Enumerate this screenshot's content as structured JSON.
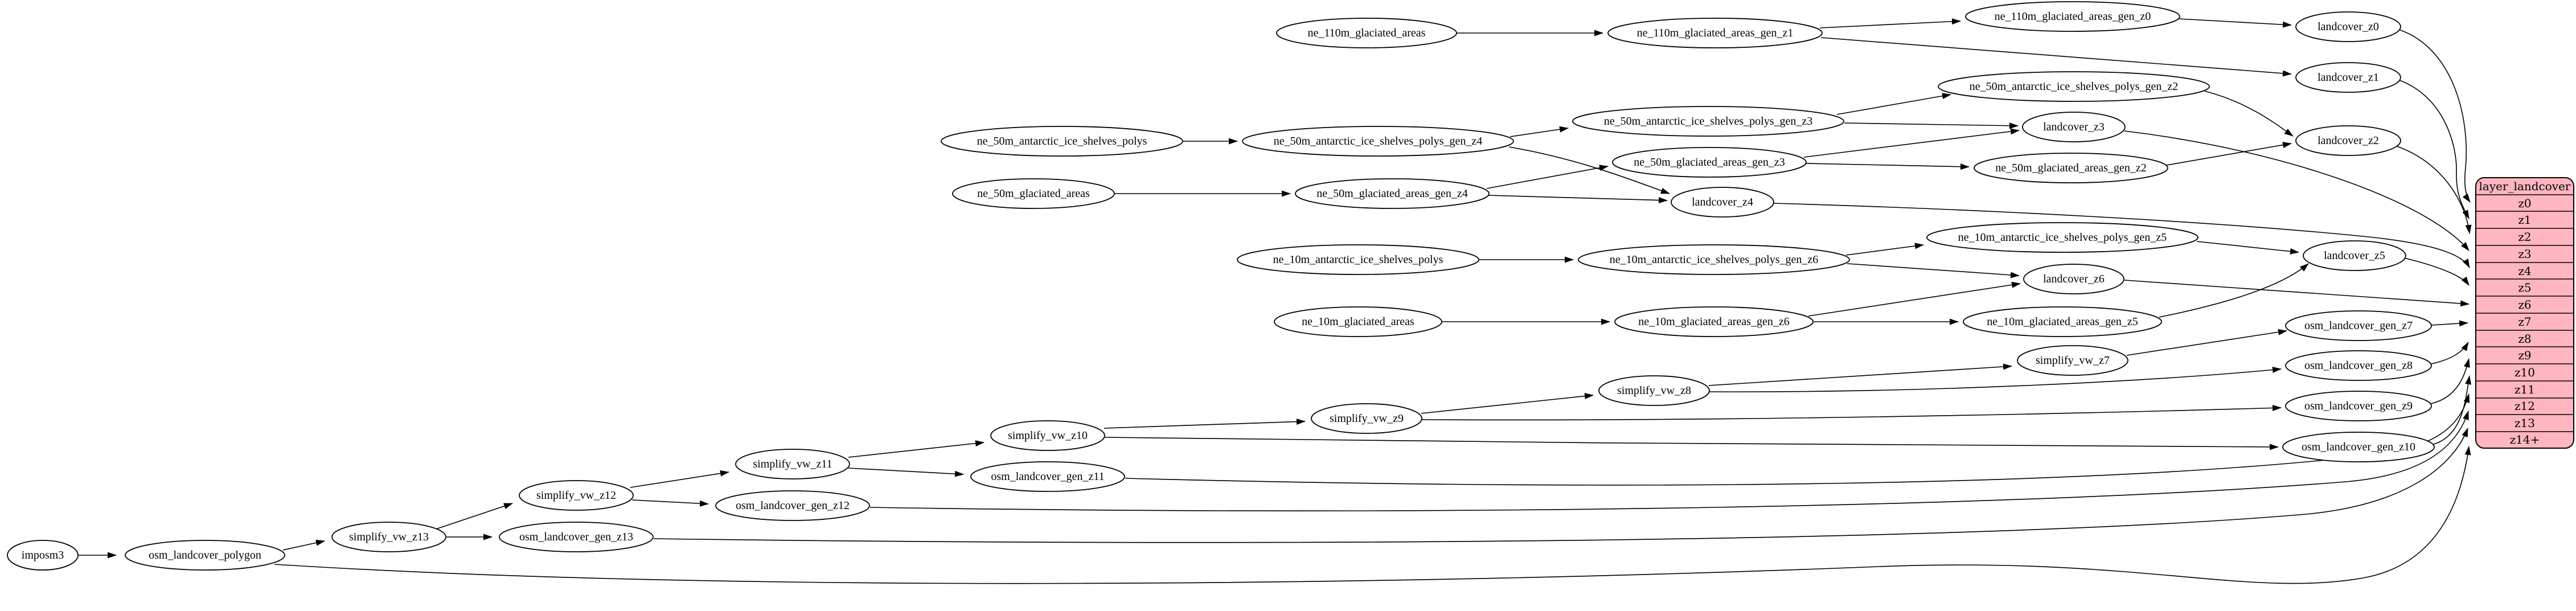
{
  "diagram_type": "etl-mapping-graph",
  "colors": {
    "background": "#ffffff",
    "node_fill": "#ffffff",
    "node_stroke": "#000000",
    "edge": "#000000",
    "table_fill": "#ffb6c1",
    "table_stroke": "#000000"
  },
  "nodes": {
    "imposm3": {
      "label": "imposm3"
    },
    "osm_landcover_polygon": {
      "label": "osm_landcover_polygon"
    },
    "simplify_vw_z13": {
      "label": "simplify_vw_z13"
    },
    "osm_landcover_gen_z13": {
      "label": "osm_landcover_gen_z13"
    },
    "simplify_vw_z12": {
      "label": "simplify_vw_z12"
    },
    "osm_landcover_gen_z12": {
      "label": "osm_landcover_gen_z12"
    },
    "simplify_vw_z11": {
      "label": "simplify_vw_z11"
    },
    "osm_landcover_gen_z11": {
      "label": "osm_landcover_gen_z11"
    },
    "simplify_vw_z10": {
      "label": "simplify_vw_z10"
    },
    "simplify_vw_z9": {
      "label": "simplify_vw_z9"
    },
    "simplify_vw_z8": {
      "label": "simplify_vw_z8"
    },
    "simplify_vw_z7": {
      "label": "simplify_vw_z7"
    },
    "osm_landcover_gen_z7": {
      "label": "osm_landcover_gen_z7"
    },
    "osm_landcover_gen_z8": {
      "label": "osm_landcover_gen_z8"
    },
    "osm_landcover_gen_z9": {
      "label": "osm_landcover_gen_z9"
    },
    "osm_landcover_gen_z10": {
      "label": "osm_landcover_gen_z10"
    },
    "ne_110m_glaciated_areas": {
      "label": "ne_110m_glaciated_areas"
    },
    "ne_110m_glaciated_areas_gen_z1": {
      "label": "ne_110m_glaciated_areas_gen_z1"
    },
    "ne_110m_glaciated_areas_gen_z0": {
      "label": "ne_110m_glaciated_areas_gen_z0"
    },
    "landcover_z0": {
      "label": "landcover_z0"
    },
    "landcover_z1": {
      "label": "landcover_z1"
    },
    "ne_50m_antarctic_ice_shelves_polys": {
      "label": "ne_50m_antarctic_ice_shelves_polys"
    },
    "ne_50m_antarctic_ice_shelves_polys_gen_z4": {
      "label": "ne_50m_antarctic_ice_shelves_polys_gen_z4"
    },
    "ne_50m_antarctic_ice_shelves_polys_gen_z3": {
      "label": "ne_50m_antarctic_ice_shelves_polys_gen_z3"
    },
    "ne_50m_antarctic_ice_shelves_polys_gen_z2": {
      "label": "ne_50m_antarctic_ice_shelves_polys_gen_z2"
    },
    "ne_50m_glaciated_areas": {
      "label": "ne_50m_glaciated_areas"
    },
    "ne_50m_glaciated_areas_gen_z4": {
      "label": "ne_50m_glaciated_areas_gen_z4"
    },
    "ne_50m_glaciated_areas_gen_z3": {
      "label": "ne_50m_glaciated_areas_gen_z3"
    },
    "ne_50m_glaciated_areas_gen_z2": {
      "label": "ne_50m_glaciated_areas_gen_z2"
    },
    "landcover_z2": {
      "label": "landcover_z2"
    },
    "landcover_z3": {
      "label": "landcover_z3"
    },
    "landcover_z4": {
      "label": "landcover_z4"
    },
    "ne_10m_antarctic_ice_shelves_polys": {
      "label": "ne_10m_antarctic_ice_shelves_polys"
    },
    "ne_10m_antarctic_ice_shelves_polys_gen_z6": {
      "label": "ne_10m_antarctic_ice_shelves_polys_gen_z6"
    },
    "ne_10m_antarctic_ice_shelves_polys_gen_z5": {
      "label": "ne_10m_antarctic_ice_shelves_polys_gen_z5"
    },
    "landcover_z5": {
      "label": "landcover_z5"
    },
    "landcover_z6": {
      "label": "landcover_z6"
    },
    "ne_10m_glaciated_areas": {
      "label": "ne_10m_glaciated_areas"
    },
    "ne_10m_glaciated_areas_gen_z6": {
      "label": "ne_10m_glaciated_areas_gen_z6"
    },
    "ne_10m_glaciated_areas_gen_z5": {
      "label": "ne_10m_glaciated_areas_gen_z5"
    }
  },
  "table": {
    "title": "layer_landcover",
    "rows": [
      "z0",
      "z1",
      "z2",
      "z3",
      "z4",
      "z5",
      "z6",
      "z7",
      "z8",
      "z9",
      "z10",
      "z11",
      "z12",
      "z13",
      "z14+"
    ]
  },
  "edges": [
    {
      "from": "imposm3",
      "to": "osm_landcover_polygon"
    },
    {
      "from": "osm_landcover_polygon",
      "to": "simplify_vw_z13"
    },
    {
      "from": "osm_landcover_polygon",
      "to": "layer_landcover:z14+"
    },
    {
      "from": "simplify_vw_z13",
      "to": "simplify_vw_z12"
    },
    {
      "from": "simplify_vw_z13",
      "to": "osm_landcover_gen_z13"
    },
    {
      "from": "osm_landcover_gen_z13",
      "to": "layer_landcover:z13"
    },
    {
      "from": "simplify_vw_z12",
      "to": "simplify_vw_z11"
    },
    {
      "from": "simplify_vw_z12",
      "to": "osm_landcover_gen_z12"
    },
    {
      "from": "osm_landcover_gen_z12",
      "to": "layer_landcover:z12"
    },
    {
      "from": "simplify_vw_z11",
      "to": "simplify_vw_z10"
    },
    {
      "from": "simplify_vw_z11",
      "to": "osm_landcover_gen_z11"
    },
    {
      "from": "osm_landcover_gen_z11",
      "to": "layer_landcover:z11"
    },
    {
      "from": "simplify_vw_z10",
      "to": "simplify_vw_z9"
    },
    {
      "from": "simplify_vw_z10",
      "to": "osm_landcover_gen_z10"
    },
    {
      "from": "osm_landcover_gen_z10",
      "to": "layer_landcover:z10"
    },
    {
      "from": "simplify_vw_z9",
      "to": "simplify_vw_z8"
    },
    {
      "from": "simplify_vw_z9",
      "to": "osm_landcover_gen_z9"
    },
    {
      "from": "osm_landcover_gen_z9",
      "to": "layer_landcover:z9"
    },
    {
      "from": "simplify_vw_z8",
      "to": "simplify_vw_z7"
    },
    {
      "from": "simplify_vw_z8",
      "to": "osm_landcover_gen_z8"
    },
    {
      "from": "osm_landcover_gen_z8",
      "to": "layer_landcover:z8"
    },
    {
      "from": "simplify_vw_z7",
      "to": "osm_landcover_gen_z7"
    },
    {
      "from": "osm_landcover_gen_z7",
      "to": "layer_landcover:z7"
    },
    {
      "from": "ne_110m_glaciated_areas",
      "to": "ne_110m_glaciated_areas_gen_z1"
    },
    {
      "from": "ne_110m_glaciated_areas_gen_z1",
      "to": "ne_110m_glaciated_areas_gen_z0"
    },
    {
      "from": "ne_110m_glaciated_areas_gen_z1",
      "to": "landcover_z1"
    },
    {
      "from": "ne_110m_glaciated_areas_gen_z0",
      "to": "landcover_z0"
    },
    {
      "from": "landcover_z0",
      "to": "layer_landcover:z0"
    },
    {
      "from": "landcover_z1",
      "to": "layer_landcover:z1"
    },
    {
      "from": "ne_50m_antarctic_ice_shelves_polys",
      "to": "ne_50m_antarctic_ice_shelves_polys_gen_z4"
    },
    {
      "from": "ne_50m_antarctic_ice_shelves_polys_gen_z4",
      "to": "ne_50m_antarctic_ice_shelves_polys_gen_z3"
    },
    {
      "from": "ne_50m_antarctic_ice_shelves_polys_gen_z4",
      "to": "landcover_z4"
    },
    {
      "from": "ne_50m_antarctic_ice_shelves_polys_gen_z3",
      "to": "ne_50m_antarctic_ice_shelves_polys_gen_z2"
    },
    {
      "from": "ne_50m_antarctic_ice_shelves_polys_gen_z3",
      "to": "landcover_z3"
    },
    {
      "from": "ne_50m_antarctic_ice_shelves_polys_gen_z2",
      "to": "landcover_z2"
    },
    {
      "from": "ne_50m_glaciated_areas",
      "to": "ne_50m_glaciated_areas_gen_z4"
    },
    {
      "from": "ne_50m_glaciated_areas_gen_z4",
      "to": "ne_50m_glaciated_areas_gen_z3"
    },
    {
      "from": "ne_50m_glaciated_areas_gen_z4",
      "to": "landcover_z4"
    },
    {
      "from": "ne_50m_glaciated_areas_gen_z3",
      "to": "landcover_z3"
    },
    {
      "from": "ne_50m_glaciated_areas_gen_z3",
      "to": "ne_50m_glaciated_areas_gen_z2"
    },
    {
      "from": "ne_50m_glaciated_areas_gen_z2",
      "to": "landcover_z2"
    },
    {
      "from": "landcover_z2",
      "to": "layer_landcover:z2"
    },
    {
      "from": "landcover_z3",
      "to": "layer_landcover:z3"
    },
    {
      "from": "landcover_z4",
      "to": "layer_landcover:z4"
    },
    {
      "from": "ne_10m_antarctic_ice_shelves_polys",
      "to": "ne_10m_antarctic_ice_shelves_polys_gen_z6"
    },
    {
      "from": "ne_10m_antarctic_ice_shelves_polys_gen_z6",
      "to": "ne_10m_antarctic_ice_shelves_polys_gen_z5"
    },
    {
      "from": "ne_10m_antarctic_ice_shelves_polys_gen_z6",
      "to": "landcover_z6"
    },
    {
      "from": "ne_10m_antarctic_ice_shelves_polys_gen_z5",
      "to": "landcover_z5"
    },
    {
      "from": "ne_10m_glaciated_areas",
      "to": "ne_10m_glaciated_areas_gen_z6"
    },
    {
      "from": "ne_10m_glaciated_areas_gen_z6",
      "to": "landcover_z6"
    },
    {
      "from": "ne_10m_glaciated_areas_gen_z6",
      "to": "ne_10m_glaciated_areas_gen_z5"
    },
    {
      "from": "ne_10m_glaciated_areas_gen_z5",
      "to": "landcover_z5"
    },
    {
      "from": "landcover_z5",
      "to": "layer_landcover:z5"
    },
    {
      "from": "landcover_z6",
      "to": "layer_landcover:z6"
    }
  ]
}
